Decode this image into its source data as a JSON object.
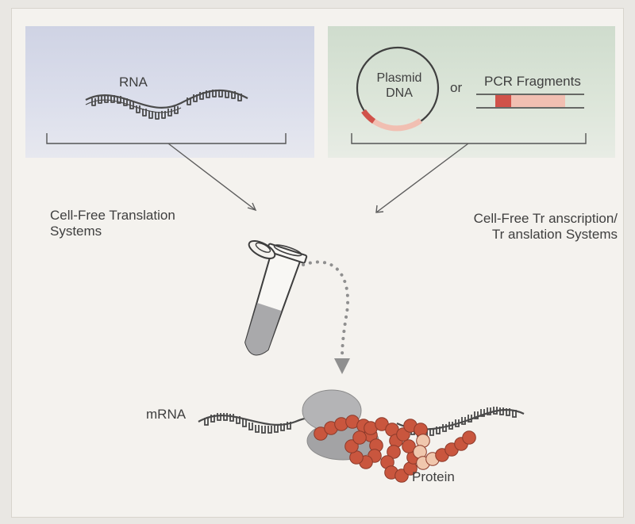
{
  "panels": {
    "left": {
      "rna_label": "RNA",
      "caption_line1": "Cell-Free Translation",
      "caption_line2": "Systems"
    },
    "right": {
      "plasmid_line1": "Plasmid",
      "plasmid_line2": "DNA",
      "or_label": "or",
      "pcr_label": "PCR Fragments",
      "caption_line1": "Cell-Free Tr anscription/",
      "caption_line2": "Tr anslation Systems"
    }
  },
  "bottom": {
    "mrna_label": "mRNA",
    "protein_label": "Protein"
  },
  "colors": {
    "left_panel": "#d3d7e7",
    "right_panel": "#d4e0d2",
    "dna_red": "#d0524a",
    "dna_pink": "#f1bfb2",
    "protein_bead": "#c9563e",
    "protein_bead_light": "#f0c7ad",
    "ribosome": "#9a9a9c",
    "tube_liquid": "#a9a9ab",
    "arrow": "#5d5d5d"
  },
  "icons": [
    "rna-strand-icon",
    "plasmid-circle-icon",
    "pcr-fragment-icon",
    "microtube-icon",
    "ribosome-icon",
    "protein-chain-icon"
  ]
}
